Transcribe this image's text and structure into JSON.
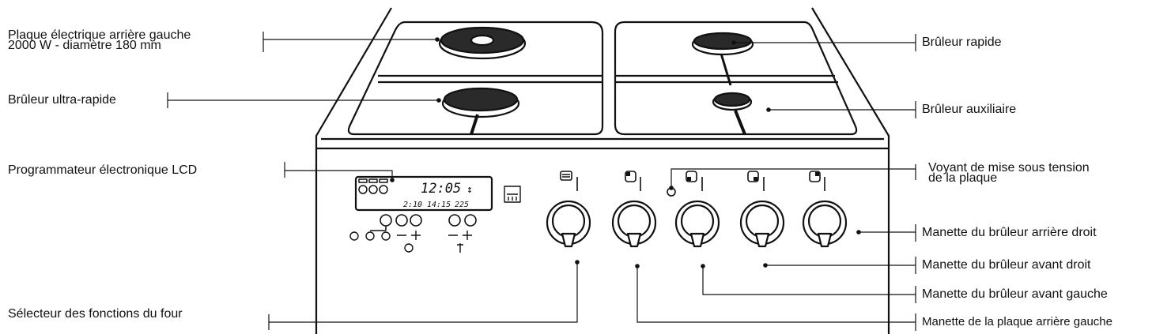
{
  "labels": {
    "left": {
      "rear_left_plate_line1": "Plaque électrique arrière gauche",
      "rear_left_plate_line2": "2000 W - diamètre 180 mm",
      "ultra_rapid_burner": "Brûleur ultra-rapide",
      "lcd_programmer": "Programmateur électronique LCD",
      "oven_function_selector": "Sélecteur des fonctions du four"
    },
    "right": {
      "rapid_burner": "Brûleur rapide",
      "auxiliary_burner": "Brûleur auxiliaire",
      "power_indicator_line1": "Voyant de mise sous tension",
      "power_indicator_line2": "de la plaque",
      "knob_rear_right": "Manette du brûleur arrière droit",
      "knob_front_right": "Manette du brûleur avant droit",
      "knob_front_left": "Manette du brûleur avant gauche",
      "knob_rear_left_plate": "Manette de la plaque arrière gauche"
    }
  },
  "display": {
    "clock": "12:05",
    "clock_mark": "↕",
    "row2_a": "2:10",
    "row2_b": "14:15",
    "row2_c": "225"
  },
  "icons": {
    "oven_lamp": "oven-light-icon",
    "knob_symbols": [
      "oven-function-symbol-icon",
      "plate-rear-left-symbol-icon",
      "burner-front-left-symbol-icon",
      "burner-front-right-symbol-icon",
      "burner-rear-right-symbol-icon"
    ]
  }
}
